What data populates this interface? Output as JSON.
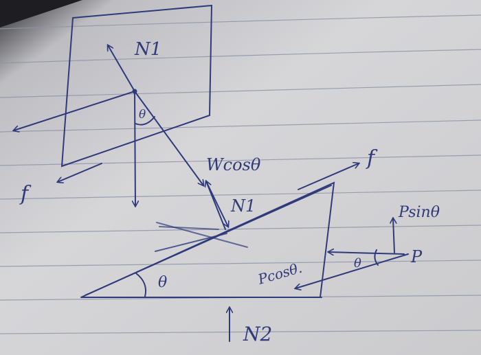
{
  "colors": {
    "paper": "#d3d3d6",
    "paper_shadow": "#b9b9bd",
    "rule_line": "#8a8fa3",
    "ink": "#2e3a7a"
  },
  "labels": {
    "n1_block": "N1",
    "theta_block": "θ",
    "f_left": "f",
    "wcos": "Wcosθ",
    "n1_wedge": "N1",
    "f_right": "f",
    "psin": "Psinθ",
    "p": "P",
    "theta_p": "θ",
    "pcos": "Pcosθ.",
    "theta_wedge": "θ",
    "n2": "N2"
  }
}
